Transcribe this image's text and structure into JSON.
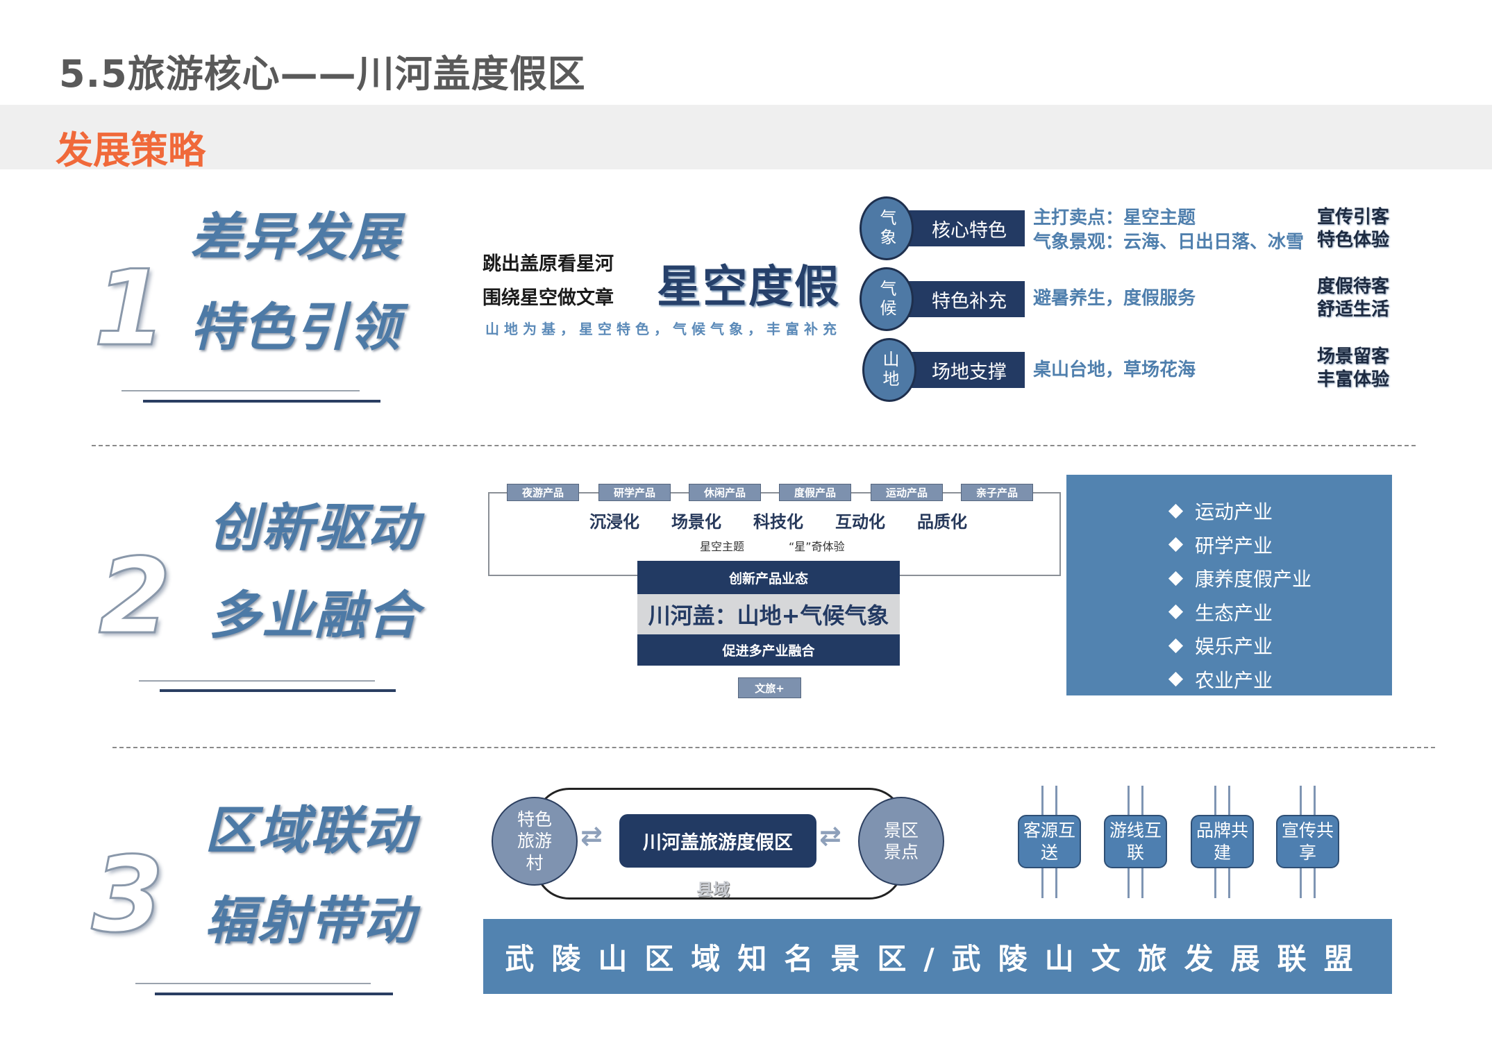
{
  "page_title": "5.5旅游核心——川河盖度假区",
  "section_title": "发展策略",
  "s1": {
    "number": "1",
    "head1": "差异发展",
    "head2": "特色引领",
    "left_lines": [
      "跳出盖原看星河",
      "围绕星空做文章"
    ],
    "brand": "星空度假",
    "slogan": "山地为基，星空特色，气候气象，丰富补充",
    "rows": [
      {
        "circle": "气象",
        "bar": "核心特色",
        "desc": [
          "主打卖点：星空主题",
          "气象景观：云海、日出日落、冰雪"
        ],
        "right": [
          "宣传引客",
          "特色体验"
        ]
      },
      {
        "circle": "气候",
        "bar": "特色补充",
        "desc": [
          "避暑养生，度假服务"
        ],
        "right": [
          "度假待客",
          "舒适生活"
        ]
      },
      {
        "circle": "山地",
        "bar": "场地支撑",
        "desc": [
          "桌山台地，草场花海"
        ],
        "right": [
          "场景留客",
          "丰富体验"
        ]
      }
    ]
  },
  "s2": {
    "number": "2",
    "head1": "创新驱动",
    "head2": "多业融合",
    "tags": [
      "夜游产品",
      "研学产品",
      "休闲产品",
      "度假产品",
      "运动产品",
      "亲子产品"
    ],
    "features": [
      "沉浸化",
      "场景化",
      "科技化",
      "互动化",
      "品质化"
    ],
    "sub_features": [
      "星空主题",
      "“星”奇体验"
    ],
    "core_top": "创新产品业态",
    "core_main": "川河盖：山地+气候气象",
    "core_bottom": "促进多产业融合",
    "culture_tag": "文旅+",
    "industries": [
      "运动产业",
      "研学产业",
      "康养度假产业",
      "生态产业",
      "娱乐产业",
      "农业产业"
    ]
  },
  "s3": {
    "number": "3",
    "head1": "区域联动",
    "head2": "辐射带动",
    "left_circle": "特色旅游村",
    "center": "川河盖旅游度假区",
    "right_circle": "景区景点",
    "county": "县域",
    "linkages": [
      "客源互送",
      "游线互联",
      "品牌共建",
      "宣传共享"
    ],
    "banner": "武陵山区域知名景区/武陵山文旅发展联盟"
  },
  "colors": {
    "accent": "#f0693a",
    "navy": "#223a63",
    "blue": "#5283b0"
  }
}
